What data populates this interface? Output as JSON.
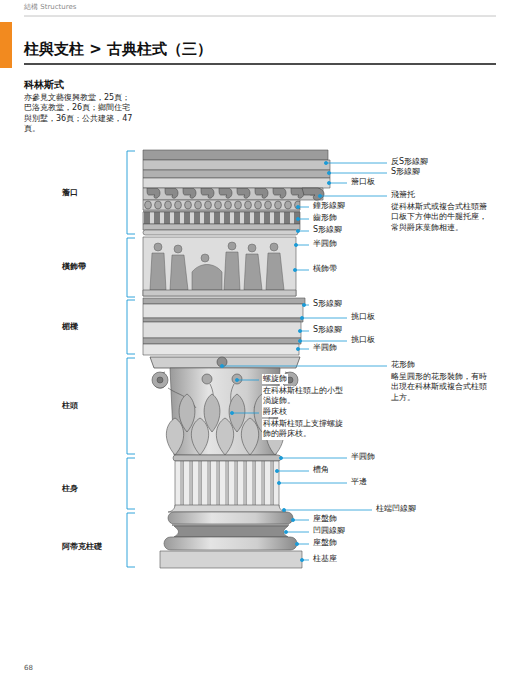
{
  "diagram": {
    "title": "柱與支柱 > 古典柱式（三）",
    "labels": [
      "結構 Structures",
      "科林斯式",
      "亦參見文藝復興教堂，25頁；巴洛克教堂，26頁；鄉間住宅與別墅，36頁；公共建築，47頁。",
      "簷口",
      "橫飾帶",
      "楣樑",
      "柱頭",
      "柱身",
      "阿蒂克柱礎",
      "反S形線腳",
      "S形線腳",
      "簷口板",
      "飛簷托",
      "從科林斯式或複合式柱頭簷口板下方伸出的牛腿托座，常與爵床葉飾相連。",
      "鐘形線腳",
      "齒形飾",
      "S形線腳",
      "半圓飾",
      "橫飾帶",
      "S形線腳",
      "挑口板",
      "S形線腳",
      "挑口板",
      "半圓飾",
      "花形飾",
      "略呈圓形的花形裝飾，有時出現在科林斯或複合式柱頭上方。",
      "螺旋飾",
      "在科林斯柱頭上的小型渦旋飾。",
      "爵床枝",
      "科林斯柱頭上支撐螺旋飾的爵床枝。",
      "半圓飾",
      "槽角",
      "平邊",
      "柱端凹線腳",
      "座盤飾",
      "凹圓線腳",
      "座盤飾",
      "柱基座",
      "68"
    ]
  }
}
